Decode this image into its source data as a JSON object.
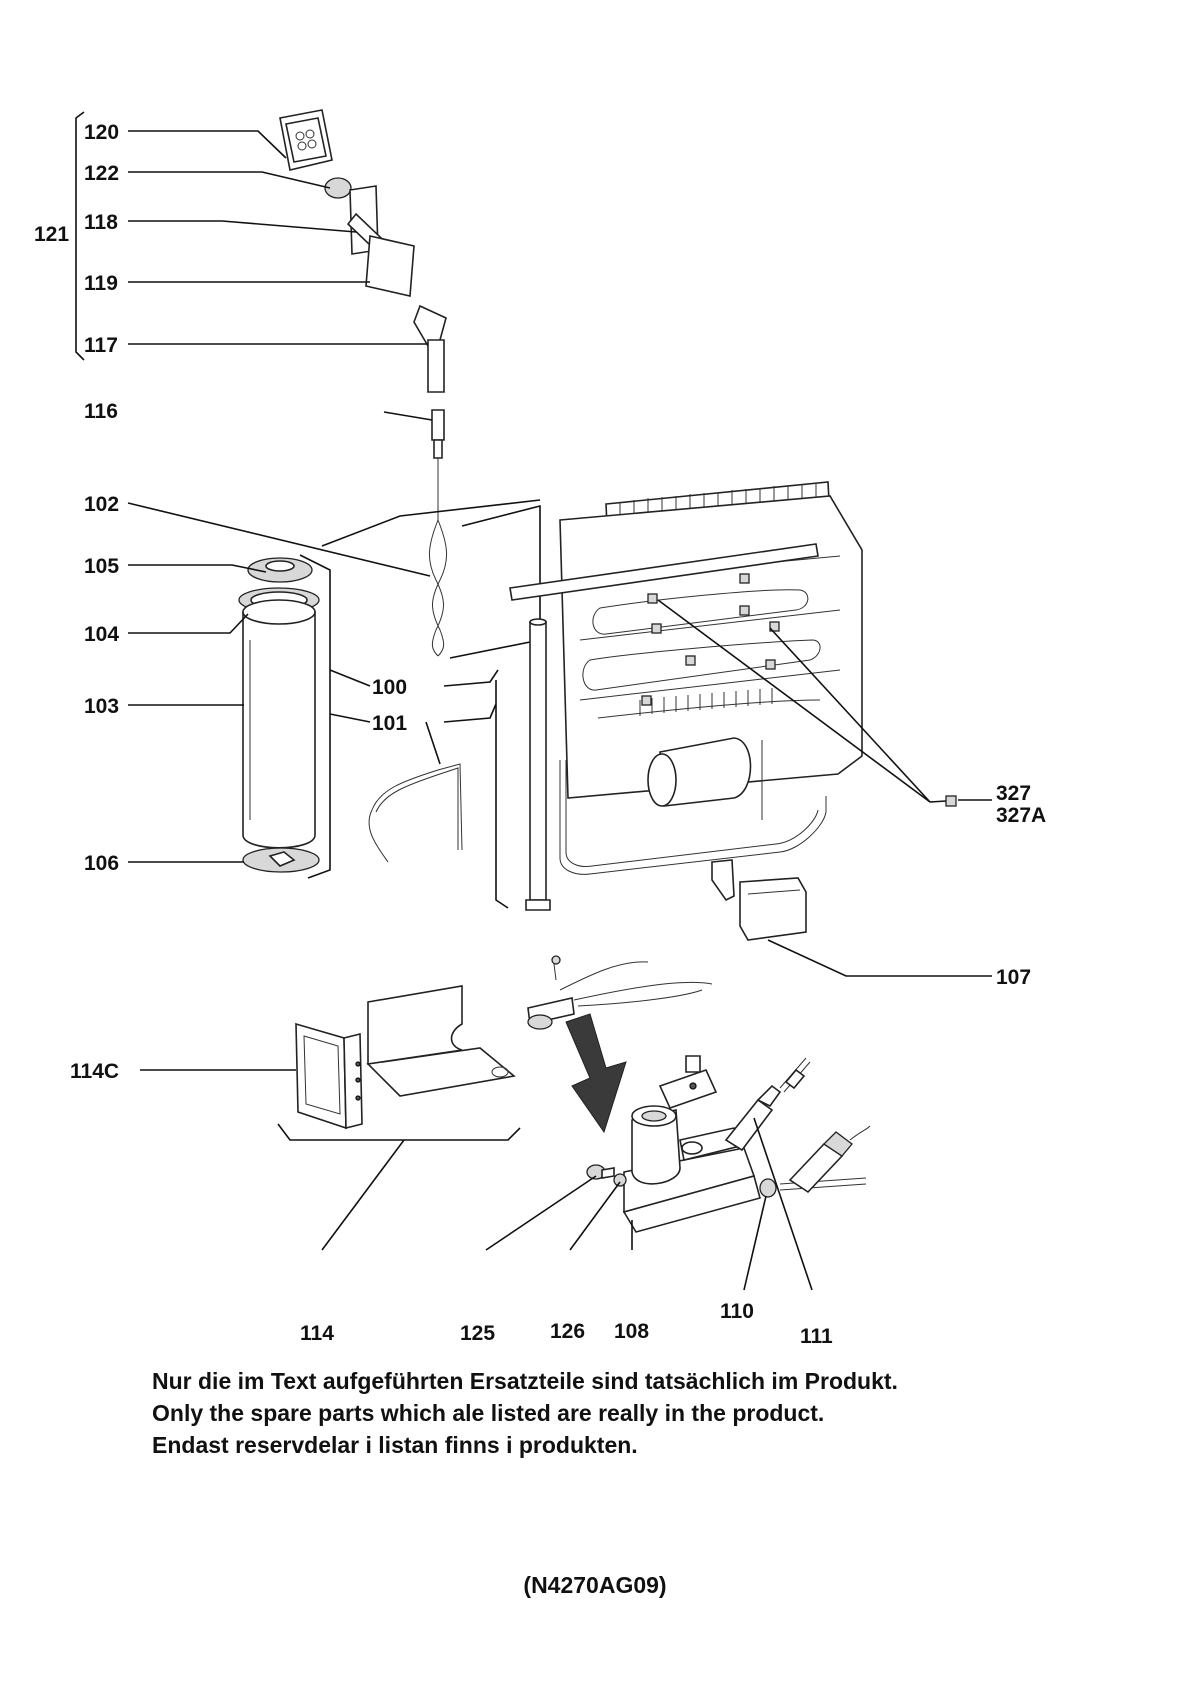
{
  "labels": {
    "l120": "120",
    "l122": "122",
    "l121": "121",
    "l118": "118",
    "l119": "119",
    "l117": "117",
    "l116": "116",
    "l102": "102",
    "l105": "105",
    "l104": "104",
    "l103": "103",
    "l100": "100",
    "l101": "101",
    "l106": "106",
    "l327": "327",
    "l327A": "327A",
    "l107": "107",
    "l114C": "114C",
    "l114": "114",
    "l125": "125",
    "l126": "126",
    "l108": "108",
    "l110": "110",
    "l111": "111"
  },
  "notes": {
    "line_de": "Nur die im Text aufgeführten Ersatzteile sind tatsächlich im Produkt.",
    "line_en": "Only the spare parts which ale listed are really in the product.",
    "line_sv": "Endast reservdelar i listan finns i produkten."
  },
  "drawing_code": "(N4270AG09)"
}
